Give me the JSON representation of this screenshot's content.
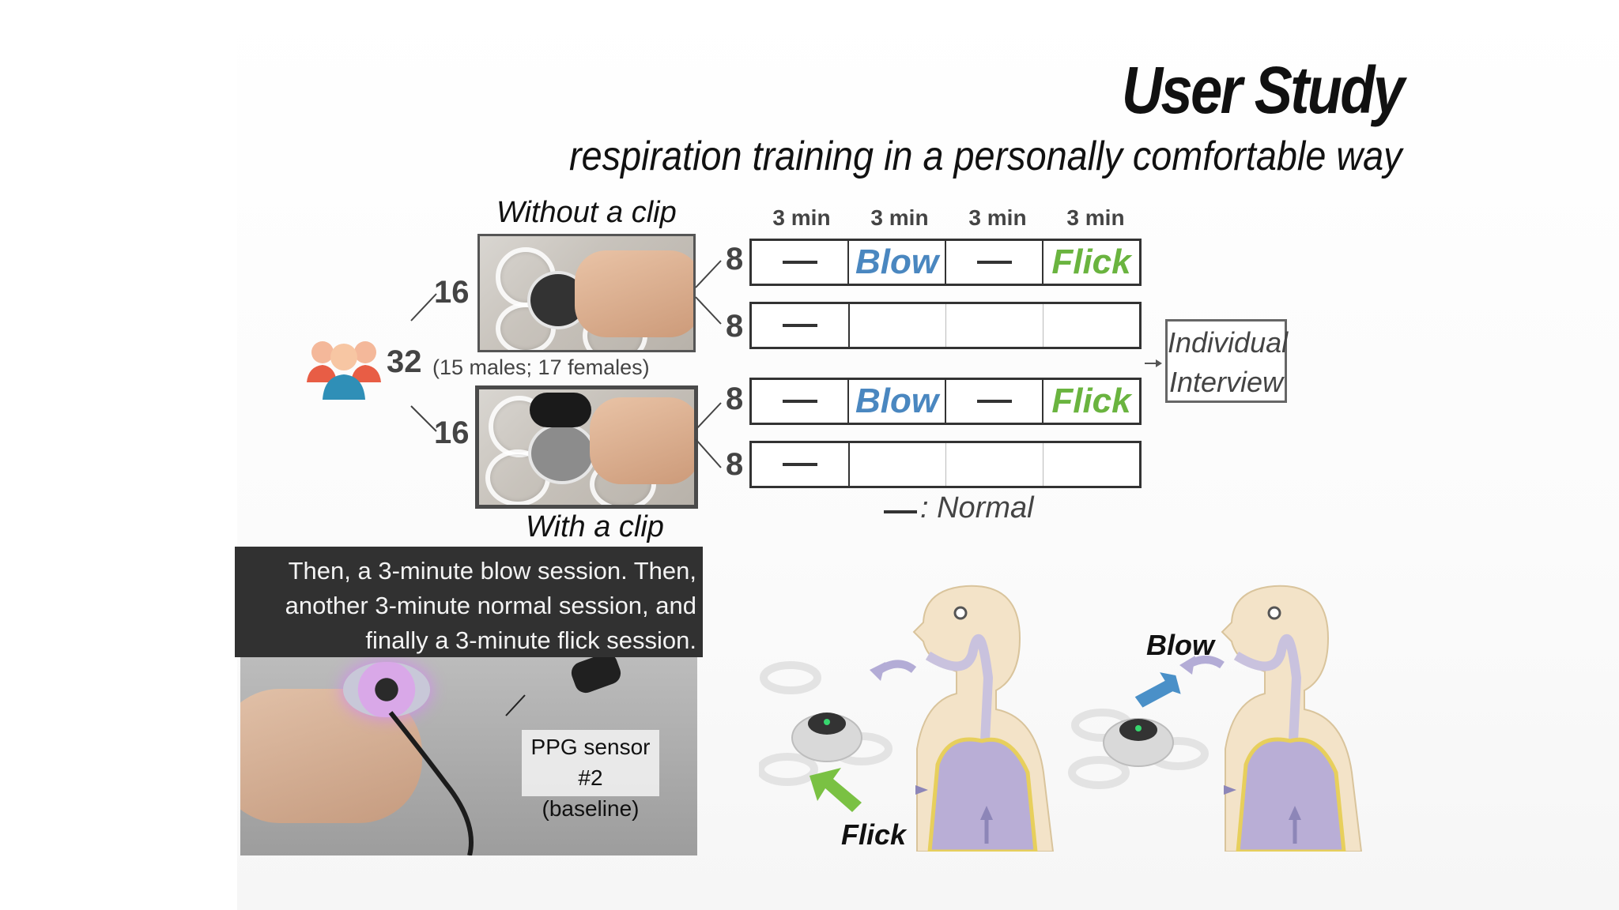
{
  "title": "User Study",
  "subtitle": "respiration training in a personally comfortable way",
  "participants": {
    "total": "32",
    "breakdown": "(15 males; 17 females)",
    "group_without_clip": "16",
    "group_with_clip": "16"
  },
  "conditions": {
    "without_clip_label": "Without a clip",
    "with_clip_label": "With a clip"
  },
  "schedule": {
    "durations": [
      "3 min",
      "3 min",
      "3 min",
      "3 min"
    ],
    "rows": [
      {
        "count": "8",
        "cells": [
          "—",
          "Blow",
          "—",
          "Flick"
        ]
      },
      {
        "count": "8",
        "cells": [
          "—",
          "",
          "",
          ""
        ]
      },
      {
        "count": "8",
        "cells": [
          "—",
          "Blow",
          "—",
          "Flick"
        ]
      },
      {
        "count": "8",
        "cells": [
          "—",
          "",
          "",
          ""
        ]
      }
    ],
    "legend_text": ": Normal"
  },
  "interview": {
    "line1": "Individual",
    "line2": "Interview"
  },
  "video": {
    "caption_line1": "Then, a 3-minute blow session. Then,",
    "caption_line2": "another 3-minute normal session, and",
    "caption_line3": "finally a 3-minute flick session.",
    "ppg_line1": "PPG sensor #2",
    "ppg_line2": "(baseline)"
  },
  "illustrations": {
    "flick_label": "Flick",
    "blow_label": "Blow"
  },
  "colors": {
    "blow": "#4a87c0",
    "flick": "#6ab43f",
    "lung": "#b9aed6",
    "skin": "#f3e3c8"
  },
  "icons": [
    "users-group-icon",
    "arrow-right-icon"
  ]
}
